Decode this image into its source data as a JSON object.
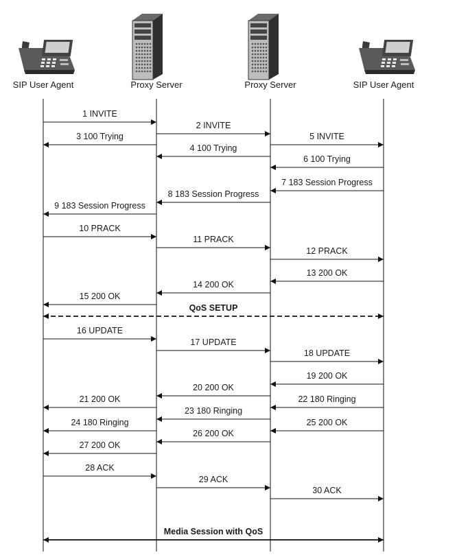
{
  "participants": [
    {
      "label": "SIP User Agent",
      "icon": "phone-icon"
    },
    {
      "label": "Proxy Server",
      "icon": "server-icon"
    },
    {
      "label": "Proxy Server",
      "icon": "server-icon"
    },
    {
      "label": "SIP User Agent",
      "icon": "phone-icon"
    }
  ],
  "messages": [
    {
      "label": "1  INVITE",
      "from": 0,
      "to": 1
    },
    {
      "label": "2  INVITE",
      "from": 1,
      "to": 2
    },
    {
      "label": "3  100 Trying",
      "from": 1,
      "to": 0
    },
    {
      "label": "5  INVITE",
      "from": 2,
      "to": 3
    },
    {
      "label": "4  100 Trying",
      "from": 2,
      "to": 1
    },
    {
      "label": "6  100 Trying",
      "from": 3,
      "to": 2
    },
    {
      "label": "7  183 Session Progress",
      "from": 3,
      "to": 2
    },
    {
      "label": "8  183 Session Progress",
      "from": 2,
      "to": 1
    },
    {
      "label": "9  183 Session Progress",
      "from": 1,
      "to": 0
    },
    {
      "label": "10  PRACK",
      "from": 0,
      "to": 1
    },
    {
      "label": "11 PRACK",
      "from": 1,
      "to": 2
    },
    {
      "label": "12 PRACK",
      "from": 2,
      "to": 3
    },
    {
      "label": "13  200 OK",
      "from": 3,
      "to": 2
    },
    {
      "label": "14  200 OK",
      "from": 2,
      "to": 1
    },
    {
      "label": "15  200 OK",
      "from": 1,
      "to": 0
    },
    {
      "label": "QoS SETUP",
      "from": 0,
      "to": 3,
      "style": "dashed",
      "both": true,
      "bold": true
    },
    {
      "label": "16  UPDATE",
      "from": 0,
      "to": 1
    },
    {
      "label": "17  UPDATE",
      "from": 1,
      "to": 2
    },
    {
      "label": "18  UPDATE",
      "from": 2,
      "to": 3
    },
    {
      "label": "19  200 OK",
      "from": 3,
      "to": 2
    },
    {
      "label": "20  200 OK",
      "from": 2,
      "to": 1
    },
    {
      "label": "21  200 OK",
      "from": 1,
      "to": 0
    },
    {
      "label": "22 180 Ringing",
      "from": 3,
      "to": 2
    },
    {
      "label": "23  180 Ringing",
      "from": 2,
      "to": 1
    },
    {
      "label": "24  180 Ringing",
      "from": 1,
      "to": 0
    },
    {
      "label": "25 200 OK",
      "from": 3,
      "to": 2
    },
    {
      "label": "26  200 OK",
      "from": 2,
      "to": 1
    },
    {
      "label": "27  200 OK",
      "from": 1,
      "to": 0
    },
    {
      "label": "28  ACK",
      "from": 0,
      "to": 1
    },
    {
      "label": "29  ACK",
      "from": 1,
      "to": 2
    },
    {
      "label": "30  ACK",
      "from": 2,
      "to": 3
    },
    {
      "label": "Media Session with QoS",
      "from": 0,
      "to": 3,
      "style": "solid",
      "both": true,
      "bold": true
    }
  ]
}
